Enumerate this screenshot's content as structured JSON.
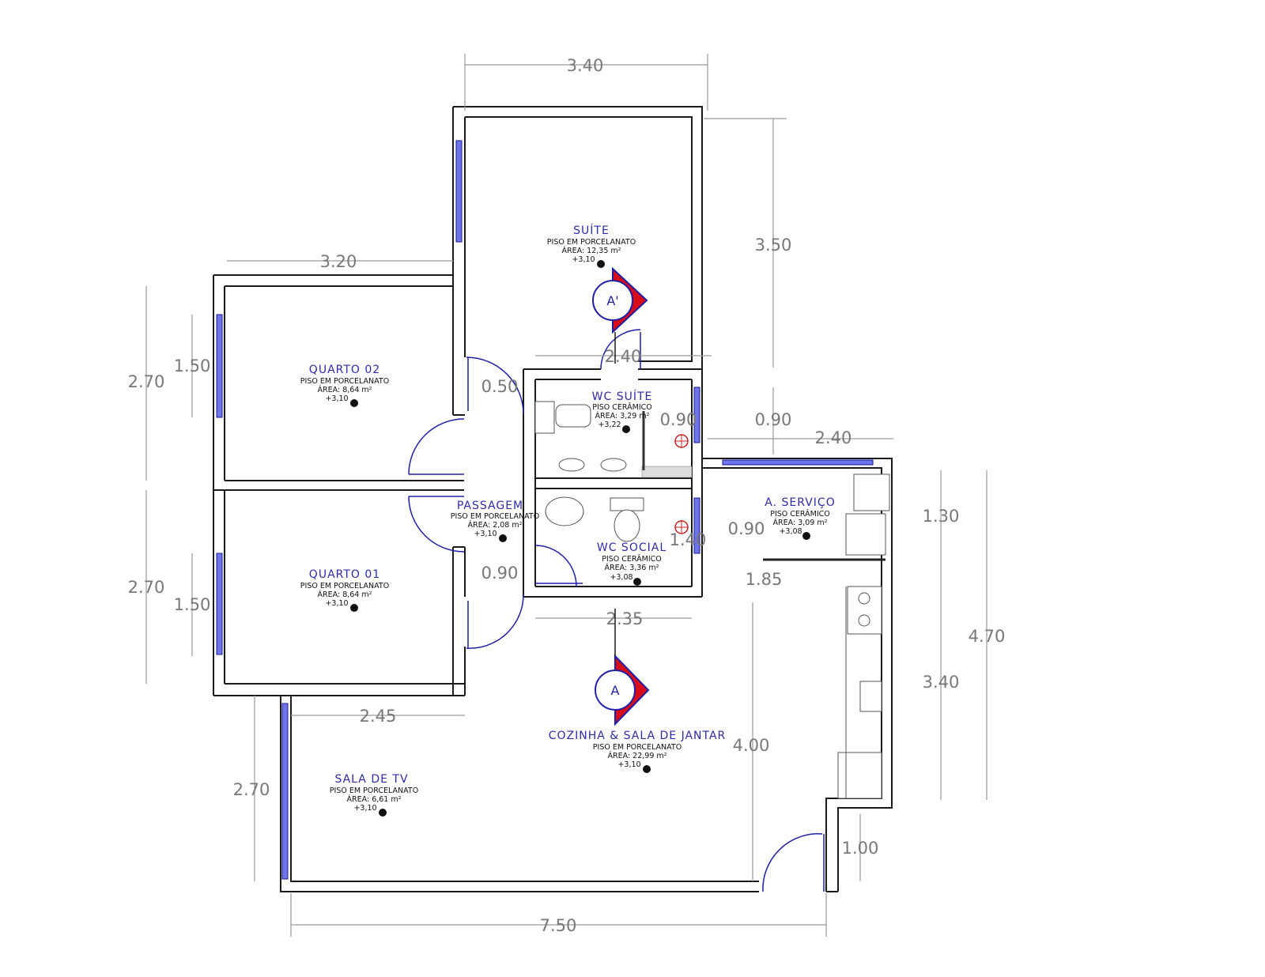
{
  "rooms": {
    "suite": {
      "name": "SUÍTE",
      "floor": "PISO EM PORCELANATO",
      "area": "ÁREA: 12,35 m²",
      "level": "+3,10"
    },
    "quarto02": {
      "name": "QUARTO 02",
      "floor": "PISO EM PORCELANATO",
      "area": "ÁREA: 8,64 m²",
      "level": "+3,10"
    },
    "quarto01": {
      "name": "QUARTO 01",
      "floor": "PISO EM PORCELANATO",
      "area": "ÁREA: 8,64 m²",
      "level": "+3,10"
    },
    "wc_suite": {
      "name": "WC SUÍTE",
      "floor": "PISO CERÂMICO",
      "area": "ÁREA: 3,29 m²",
      "level": "+3,22"
    },
    "wc_social": {
      "name": "WC SOCIAL",
      "floor": "PISO CERÂMICO",
      "area": "ÁREA: 3,36 m²",
      "level": "+3,08"
    },
    "passagem": {
      "name": "PASSAGEM",
      "floor": "PISO EM PORCELANATO",
      "area": "ÁREA: 2,08 m²",
      "level": "+3,10"
    },
    "a_servico": {
      "name": "A. SERVIÇO",
      "floor": "PISO CERÂMICO",
      "area": "ÁREA: 3,09 m²",
      "level": "+3,08"
    },
    "cozinha": {
      "name": "COZINHA & SALA DE JANTAR",
      "floor": "PISO EM PORCELANATO",
      "area": "ÁREA: 22,99 m²",
      "level": "+3,10"
    },
    "sala_tv": {
      "name": "SALA DE TV",
      "floor": "PISO EM PORCELANATO",
      "area": "ÁREA: 6,61 m²",
      "level": "+3,10"
    }
  },
  "dimensions": {
    "top_suite": "3.40",
    "suite_height": "3.50",
    "quarto_width": "3.20",
    "q02_height": "2.70",
    "q02_window": "1.50",
    "q01_height": "2.70",
    "q01_window": "1.50",
    "wc_suite_width": "2.40",
    "passagem_gap": "0.50",
    "wc_suite_depth": "0.90",
    "wc_suite_right": "0.90",
    "servico_width": "2.40",
    "passagem_door": "0.90",
    "wc_social_width": "0.90",
    "wc_social_height": "1.40",
    "servico_side": "1.85",
    "wc_social_bottom": "2.35",
    "sala_width": "2.45",
    "servico_height": "1.30",
    "total_right": "4.70",
    "kitchen_height": "3.40",
    "dining_height": "4.00",
    "sala_height": "2.70",
    "entry_height": "1.00",
    "total_bottom": "7.50"
  },
  "sections": {
    "upper": "A'",
    "lower": "A"
  }
}
